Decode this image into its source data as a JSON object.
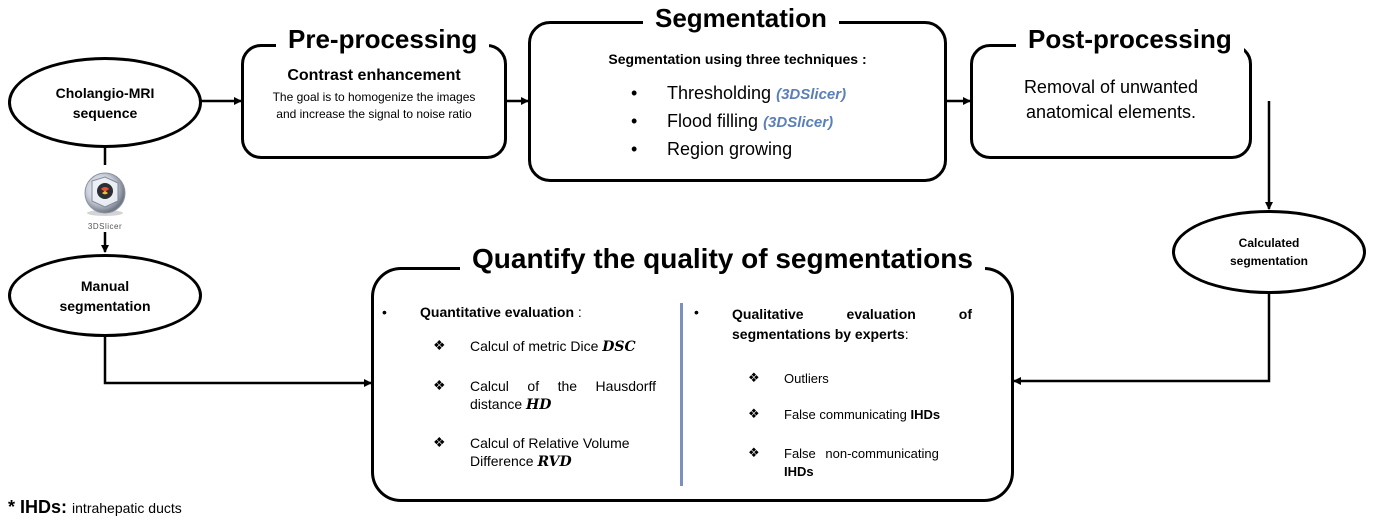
{
  "nodes": {
    "cholangio": "Cholangio-MRI sequence",
    "manual": "Manual segmentation",
    "calculated": "Calculated segmentation"
  },
  "logo": {
    "label": "3DSlicer",
    "icon": "3dslicer-logo-icon"
  },
  "preprocessing": {
    "title": "Pre-processing",
    "heading": "Contrast enhancement",
    "body": "The goal is to homogenize the images and increase the signal to noise ratio"
  },
  "segmentation": {
    "title": "Segmentation",
    "heading": "Segmentation using three techniques :",
    "items": [
      {
        "label": "Thresholding",
        "tool": "(3DSlicer)"
      },
      {
        "label": "Flood filling",
        "tool": "(3DSlicer)"
      },
      {
        "label": "Region growing",
        "tool": ""
      }
    ]
  },
  "postprocessing": {
    "title": "Post-processing",
    "body": "Removal of unwanted anatomical elements."
  },
  "quality": {
    "title": "Quantify the quality of segmentations",
    "quantitative": {
      "heading": "Quantitative evaluation",
      "heading_suffix": " :",
      "items": [
        {
          "text": "Calcul of metric Dice ",
          "metric": "DSC"
        },
        {
          "text": "Calcul of the Hausdorff distance ",
          "metric": "HD"
        },
        {
          "text": "Calcul of Relative Volume Difference ",
          "metric": "RVD"
        }
      ]
    },
    "qualitative": {
      "heading": "Qualitative evaluation of segmentations by experts",
      "heading_suffix": ":",
      "items": [
        {
          "text": "Outliers",
          "bold": ""
        },
        {
          "text": "False communicating ",
          "bold": "IHDs"
        },
        {
          "text": "False non-communicating ",
          "bold": "IHDs"
        }
      ]
    }
  },
  "footnote": {
    "star": "* ",
    "term": "IHDs",
    "sep": ": ",
    "definition": "intrahepatic ducts"
  },
  "colors": {
    "divider": "#7a91bd",
    "tool_text": "#5b7fb8",
    "stroke": "#000000"
  }
}
